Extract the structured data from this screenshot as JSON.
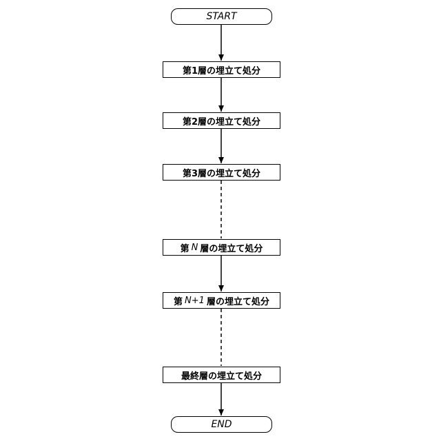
{
  "start_label": "START",
  "end_label": "END",
  "steps": [
    {
      "prefix": "第1層の埋立て処分",
      "var": "",
      "suffix": ""
    },
    {
      "prefix": "第2層の埋立て処分",
      "var": "",
      "suffix": ""
    },
    {
      "prefix": "第3層の埋立て処分",
      "var": "",
      "suffix": ""
    },
    {
      "prefix": "第",
      "var": "N",
      "suffix": "層の埋立て処分"
    },
    {
      "prefix": "第",
      "var": "N+1",
      "suffix": "層の埋立て処分"
    },
    {
      "prefix": "最終層の埋立て処分",
      "var": "",
      "suffix": ""
    }
  ],
  "connectors": [
    {
      "from": "START",
      "to": "第1層",
      "style": "solid"
    },
    {
      "from": "第1層",
      "to": "第2層",
      "style": "solid"
    },
    {
      "from": "第2層",
      "to": "第3層",
      "style": "solid"
    },
    {
      "from": "第3層",
      "to": "第N層",
      "style": "dashed"
    },
    {
      "from": "第N層",
      "to": "第N+1層",
      "style": "solid"
    },
    {
      "from": "第N+1層",
      "to": "最終層",
      "style": "dashed"
    },
    {
      "from": "最終層",
      "to": "END",
      "style": "solid"
    }
  ]
}
